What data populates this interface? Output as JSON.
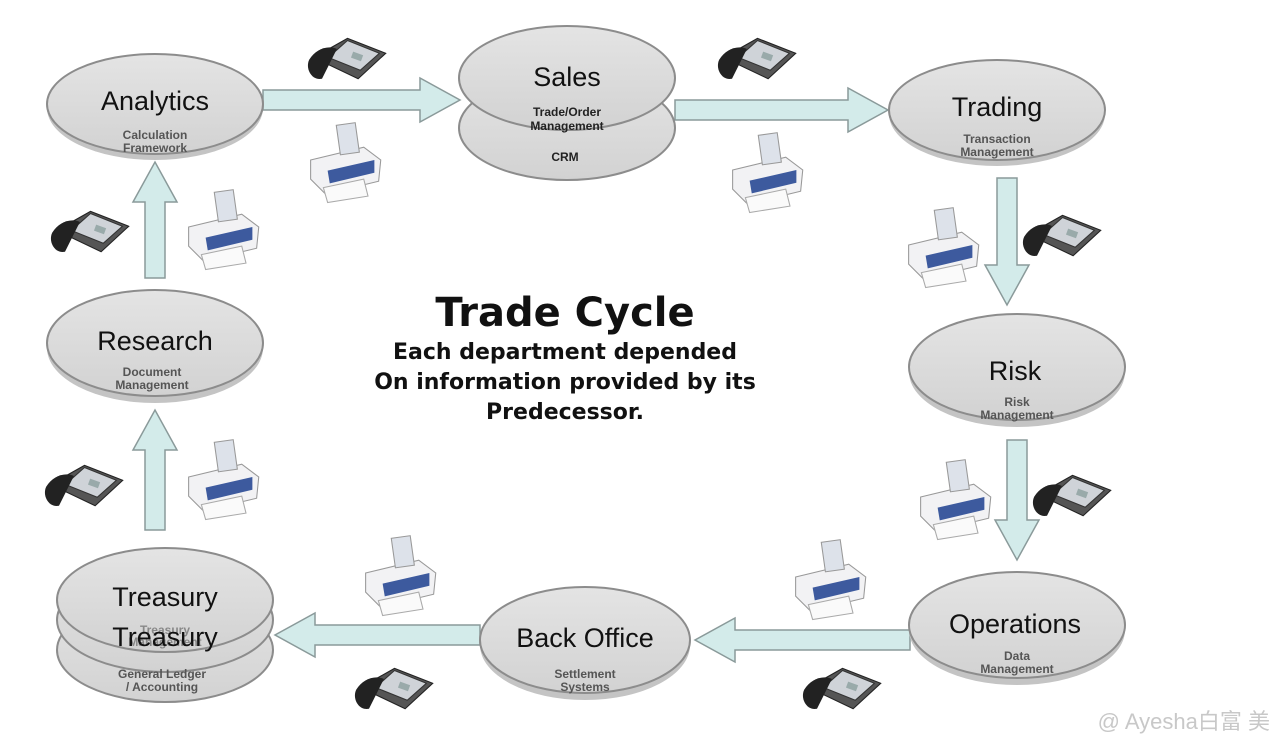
{
  "title": "Trade Cycle",
  "subtitle_lines": [
    "Each department depended",
    "On information provided by its",
    "Predecessor."
  ],
  "nodes": {
    "analytics": {
      "title": "Analytics",
      "sub": [
        "Calculation",
        "Framework"
      ]
    },
    "sales": {
      "title": "Sales",
      "sub": [
        "Trade/Order",
        "Management"
      ],
      "lower": "CRM"
    },
    "trading": {
      "title": "Trading",
      "sub": [
        "Transaction",
        "Management"
      ]
    },
    "risk": {
      "title": "Risk",
      "sub": [
        "Risk",
        "Management"
      ]
    },
    "operations": {
      "title": "Operations",
      "sub": [
        "Data",
        "Management"
      ]
    },
    "back_office": {
      "title": "Back Office",
      "sub": [
        "Settlement",
        "Systems"
      ]
    },
    "treasury": {
      "title": "Treasury",
      "title2": "Treasury",
      "sub": [
        "Treasury",
        "Management"
      ],
      "lower": [
        "General Ledger",
        "/ Accounting"
      ]
    },
    "research": {
      "title": "Research",
      "sub": [
        "Document",
        "Management"
      ]
    }
  },
  "colors": {
    "arrow_fill": "#d3ebea",
    "arrow_stroke": "#8a9a9a",
    "disc_fill": "#dcdcdc",
    "disc_stroke": "#8c8c8c"
  },
  "icons": [
    "telephone-icon",
    "fax-machine-icon"
  ],
  "watermark": "@ Ayesha白富 美"
}
